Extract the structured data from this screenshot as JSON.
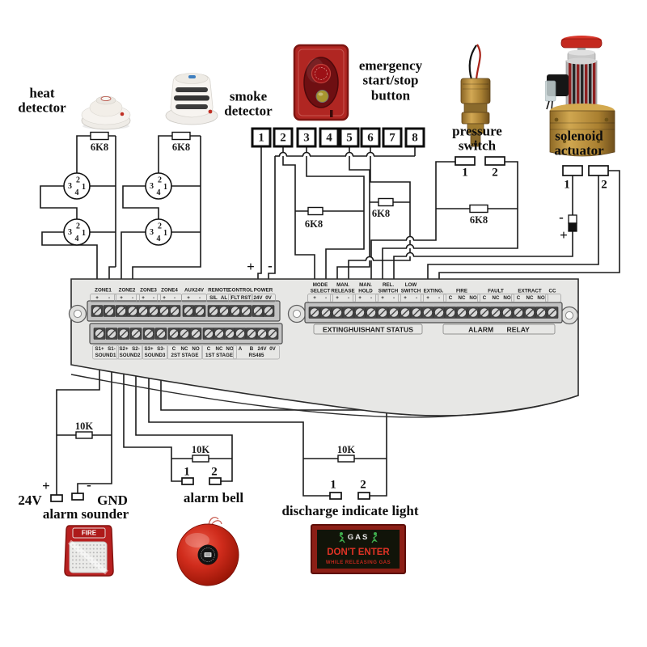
{
  "devices": {
    "heat_detector": {
      "label_lines": [
        "heat",
        "detector"
      ]
    },
    "smoke_detector": {
      "label_lines": [
        "smoke",
        "detector"
      ]
    },
    "emergency_button": {
      "label_lines": [
        "emergency",
        "start/stop",
        "button"
      ],
      "terminals": [
        "1",
        "2",
        "3",
        "4",
        "5",
        "6",
        "7",
        "8"
      ]
    },
    "pressure_switch": {
      "label_lines": [
        "pressure",
        "switch"
      ],
      "terminals": [
        "1",
        "2"
      ]
    },
    "solenoid_actuator": {
      "label_lines": [
        "solenoid",
        "actuator"
      ],
      "terminals": [
        "1",
        "2"
      ],
      "diode_minus": "-",
      "diode_plus": "+"
    },
    "alarm_sounder": {
      "label": "alarm sounder",
      "plus": "+",
      "minus": "-",
      "supply": "24V",
      "ground": "GND",
      "badge": "FIRE"
    },
    "alarm_bell": {
      "label": "alarm bell",
      "terminals": [
        "1",
        "2"
      ]
    },
    "discharge_light": {
      "label": "discharge indicate light",
      "terminals": [
        "1",
        "2"
      ],
      "sign_title": "GAS",
      "sign_line1": "DON'T ENTER",
      "sign_line2": "WHILE RELEASING GAS"
    },
    "detector_base_pins": [
      "1",
      "2",
      "3",
      "4"
    ]
  },
  "resistors": {
    "heat": "6K8",
    "smoke": "6K8",
    "button_loop1": "6K8",
    "button_loop2": "6K8",
    "pressure": "6K8",
    "sounder": "10K",
    "bell": "10K",
    "light": "10K"
  },
  "power_marks": {
    "plus": "+",
    "minus": "-"
  },
  "panel": {
    "row1_groups": [
      {
        "name": "ZONE1",
        "subs": [
          "+",
          "-"
        ]
      },
      {
        "name": "ZONE2",
        "subs": [
          "+",
          "-"
        ]
      },
      {
        "name": "ZONE3",
        "subs": [
          "+",
          "-"
        ]
      },
      {
        "name": "ZONE4",
        "subs": [
          "+",
          "-"
        ]
      },
      {
        "name": "AUX24V",
        "subs": [
          "+",
          "-"
        ]
      },
      {
        "name": "REMOTE",
        "subs": [
          "SIL",
          "AL"
        ]
      },
      {
        "name": "CONTROL",
        "subs": [
          "FLT",
          "RST"
        ]
      },
      {
        "name": "POWER",
        "subs": [
          "24V",
          "0V"
        ]
      }
    ],
    "row2_groups": [
      {
        "name": "SOUND1",
        "subs": [
          "S1+",
          "S1-"
        ]
      },
      {
        "name": "SOUND2",
        "subs": [
          "S2+",
          "S2-"
        ]
      },
      {
        "name": "SOUND3",
        "subs": [
          "S3+",
          "S3-"
        ]
      },
      {
        "name": "2ST STAGE",
        "subs": [
          "C",
          "NC",
          "NO"
        ]
      },
      {
        "name": "1ST STAGE",
        "subs": [
          "C",
          "NC",
          "NO"
        ]
      },
      {
        "name": "RS485",
        "subs": [
          "A",
          "B",
          "24V",
          "0V"
        ]
      }
    ],
    "row3_groups": [
      {
        "name_lines": [
          "MODE",
          "SELECT"
        ],
        "subs": [
          "+",
          "-"
        ]
      },
      {
        "name_lines": [
          "MAN.",
          "RELEASE"
        ],
        "subs": [
          "+",
          "-"
        ]
      },
      {
        "name_lines": [
          "MAN.",
          "HOLD"
        ],
        "subs": [
          "+",
          "-"
        ]
      },
      {
        "name_lines": [
          "REL.",
          "SWITCH"
        ],
        "subs": [
          "+",
          "-"
        ]
      },
      {
        "name_lines": [
          "LOW",
          "SWITCH"
        ],
        "subs": [
          "+",
          "-"
        ]
      },
      {
        "name_lines": [
          "",
          "EXTING."
        ],
        "subs": [
          "+",
          "-"
        ]
      },
      {
        "name_lines": [
          "",
          "FIRE"
        ],
        "subs": [
          "C",
          "NC",
          "NO"
        ]
      },
      {
        "name_lines": [
          "",
          "FAULT"
        ],
        "subs": [
          "C",
          "NC",
          "NO"
        ]
      },
      {
        "name_lines": [
          "",
          "EXTRACT"
        ],
        "subs": [
          "C",
          "NC",
          "NO"
        ]
      },
      {
        "name_lines": [
          "",
          "CC"
        ],
        "subs": []
      }
    ],
    "section_labels": [
      "EXTINGHUISHANT STATUS",
      "ALARM RELAY"
    ]
  },
  "colors": {
    "wire": "#1a1a1a",
    "panel_fill": "#e7e7e5",
    "accent_red": "#b82020",
    "brass": "#b08d3e"
  }
}
